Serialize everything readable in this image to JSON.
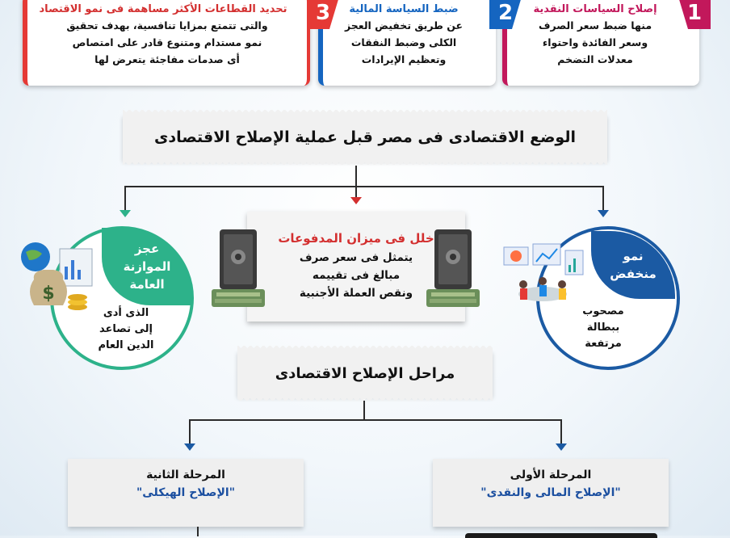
{
  "top_cards": [
    {
      "num": "1",
      "title": "إصلاح السياسات النقدية",
      "lines": [
        "منها ضبط سعر الصرف",
        "وسعر الفائدة واحتواء",
        "معدلات التضخم"
      ],
      "color": "#c2185b"
    },
    {
      "num": "2",
      "title": "ضبط السياسة المالية",
      "lines": [
        "عن طريق تخفيض العجز",
        "الكلى وضبط النفقات",
        "وتعظيم الإيرادات"
      ],
      "color": "#1565c0"
    },
    {
      "num": "3",
      "title": "تحديد القطاعات الأكثر مساهمة فى نمو الاقتصاد",
      "lines": [
        "والتى تتمتع بمزايا تنافسية، بهدف تحقيق",
        "نمو مستدام ومتنوع قادر على امتصاص",
        "أى صدمات مفاجئة يتعرض لها"
      ],
      "color": "#e53935"
    }
  ],
  "main_title": "الوضع الاقتصادى فى مصر قبل عملية الإصلاح الاقتصادى",
  "center_box": {
    "title": "خلل فى ميزان المدفوعات",
    "lines": [
      "يتمثل فى سعر صرف",
      "مبالغ فى تقييمه",
      "ونقص العملة الأجنبية"
    ]
  },
  "left_circle": {
    "tab": [
      "عجز",
      "الموازنة",
      "العامة"
    ],
    "lines": [
      "الذى أدى",
      "إلى تصاعد",
      "الدين العام"
    ]
  },
  "right_circle": {
    "tab": [
      "نمو",
      "منخفض"
    ],
    "lines": [
      "مصحوب",
      "ببطالة",
      "مرتفعة"
    ]
  },
  "phases_title": "مراحل الإصلاح الاقتصادى",
  "phase_one": {
    "label": "المرحلة الأولى",
    "name": "\"الإصلاح المالى والنقدى\""
  },
  "phase_two": {
    "label": "المرحلة الثانية",
    "name": "\"الإصلاح الهيكلى\""
  },
  "icons": {
    "vault_left": "vault-icon",
    "vault_right": "vault-icon",
    "money_bag": "money-bag-icon",
    "analytics": "analytics-icon"
  }
}
